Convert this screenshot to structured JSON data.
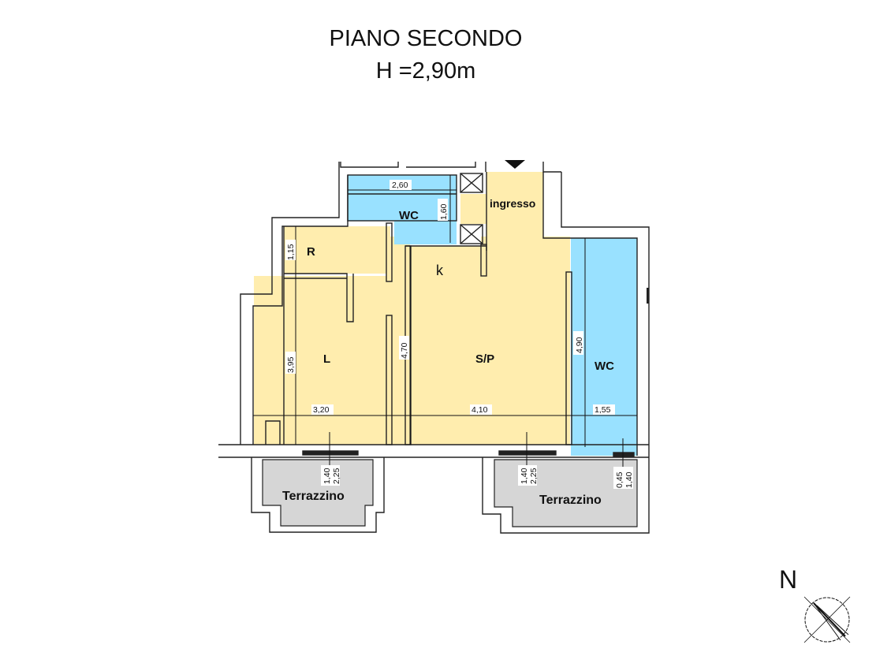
{
  "header": {
    "floor_title": "PIANO SECONDO",
    "height_label": "H =2,90m"
  },
  "colors": {
    "living_fill": "#FFEDAE",
    "wet_fill": "#99E1FF",
    "terrace_fill": "#D6D6D6",
    "wall_line": "#222222"
  },
  "rooms": [
    {
      "id": "wc_top",
      "label": "WC",
      "type": "bathroom"
    },
    {
      "id": "ingresso",
      "label": "ingresso",
      "type": "entrance"
    },
    {
      "id": "r",
      "label": "R",
      "type": "storage"
    },
    {
      "id": "k",
      "label": "k",
      "type": "kitchen"
    },
    {
      "id": "l",
      "label": "L",
      "type": "bedroom"
    },
    {
      "id": "sp",
      "label": "S/P",
      "type": "living"
    },
    {
      "id": "wc_right",
      "label": "WC",
      "type": "bathroom"
    },
    {
      "id": "terrazzino_left",
      "label": "Terrazzino",
      "type": "terrace"
    },
    {
      "id": "terrazzino_right",
      "label": "Terrazzino",
      "type": "terrace"
    }
  ],
  "dimensions": {
    "wc_top_width": "2,60",
    "wc_top_depth": "1,60",
    "r_depth": "1,15",
    "l_depth": "3,95",
    "sp_depth": "4,70",
    "wc_right_depth": "4,90",
    "l_width": "3,20",
    "sp_width": "4,10",
    "wc_right_width": "1,55",
    "window_left_w": "1,40",
    "window_left_h": "2,25",
    "window_mid_w": "1,40",
    "window_mid_h": "2,25",
    "window_right_w": "0,45",
    "window_right_h": "1,40"
  },
  "compass": {
    "label": "N",
    "icon": "north-arrow-icon"
  },
  "entrance_marker": "entrance-arrow-icon"
}
